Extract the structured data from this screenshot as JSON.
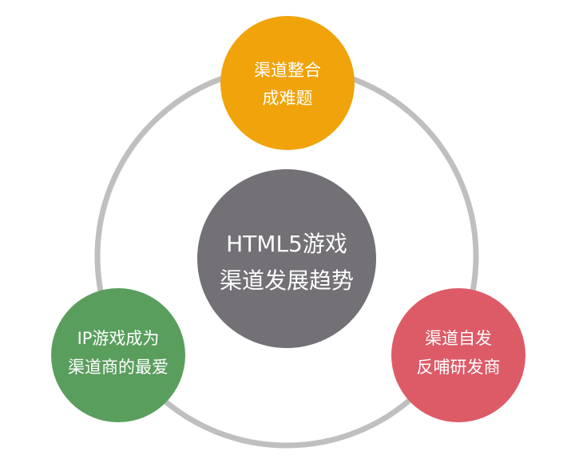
{
  "colors": {
    "ring": "#bfbfbf",
    "center": "#737076",
    "top": "#f0a30a",
    "left": "#5a9e5e",
    "right": "#dd5b67",
    "text": "#ffffff"
  },
  "center": {
    "line1": "HTML5游戏",
    "line2": "渠道发展趋势"
  },
  "top": {
    "line1": "渠道整合",
    "line2": "成难题"
  },
  "left": {
    "line1": "IP游戏成为",
    "line2": "渠道商的最爱"
  },
  "right": {
    "line1": "渠道自发",
    "line2": "反哺研发商"
  }
}
